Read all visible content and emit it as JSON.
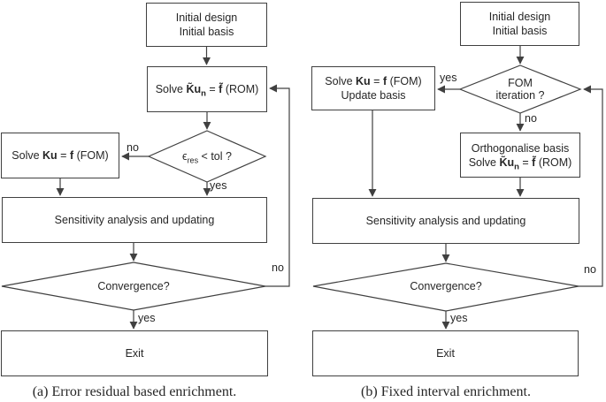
{
  "colors": {
    "stroke": "#404040",
    "text": "#262626",
    "background": "#ffffff"
  },
  "flow_a": {
    "caption": "(a) Error residual based enrichment.",
    "initial_line1": "Initial design",
    "initial_line2": "Initial basis",
    "rom": {
      "pre": "Solve ",
      "Kt": "K̃",
      "u": "u",
      "n": "n",
      "eq": " = ",
      "ft": "f̃",
      "post": " (ROM)"
    },
    "fom": {
      "pre": "Solve ",
      "Ku": "Ku",
      "eq": " = ",
      "f": "f",
      "post": " (FOM)"
    },
    "eps": {
      "sym": "ϵ",
      "sub": "res",
      "rest": " < tol ?"
    },
    "sensitivity": "Sensitivity analysis and updating",
    "convergence": "Convergence?",
    "exit": "Exit",
    "label_no_to_fom": "no",
    "label_yes_to_sens": "yes",
    "label_yes_to_exit": "yes",
    "label_no_loop": "no"
  },
  "flow_b": {
    "caption": "(b) Fixed interval enrichment.",
    "initial_line1": "Initial design",
    "initial_line2": "Initial basis",
    "diamond_line1": "FOM",
    "diamond_line2": "iteration ?",
    "fom": {
      "pre": "Solve ",
      "Ku": "Ku",
      "eq": " = ",
      "f": "f",
      "post": " (FOM)",
      "line2": "Update basis"
    },
    "ortho_line1": "Orthogonalise basis",
    "rom": {
      "pre": "Solve ",
      "Kt": "K̃",
      "u": "u",
      "n": "n",
      "eq": " = ",
      "ft": "f̃",
      "post": " (ROM)"
    },
    "sensitivity": "Sensitivity analysis and updating",
    "convergence": "Convergence?",
    "exit": "Exit",
    "label_yes_to_fom": "yes",
    "label_no_to_ortho": "no",
    "label_yes_to_exit": "yes",
    "label_no_loop": "no"
  }
}
